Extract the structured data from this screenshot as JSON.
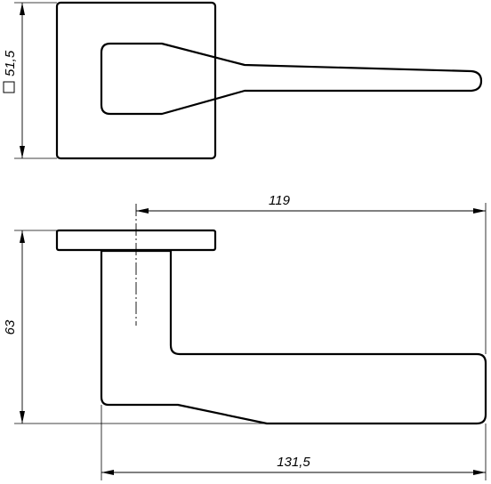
{
  "drawing": {
    "top_view": {
      "square_dimension": {
        "symbol": "square-symbol",
        "label": "51,5"
      }
    },
    "side_view": {
      "length_dimension": {
        "label": "119"
      },
      "height_dimension": {
        "label": "63"
      },
      "total_length_dimension": {
        "label": "131,5"
      }
    }
  }
}
